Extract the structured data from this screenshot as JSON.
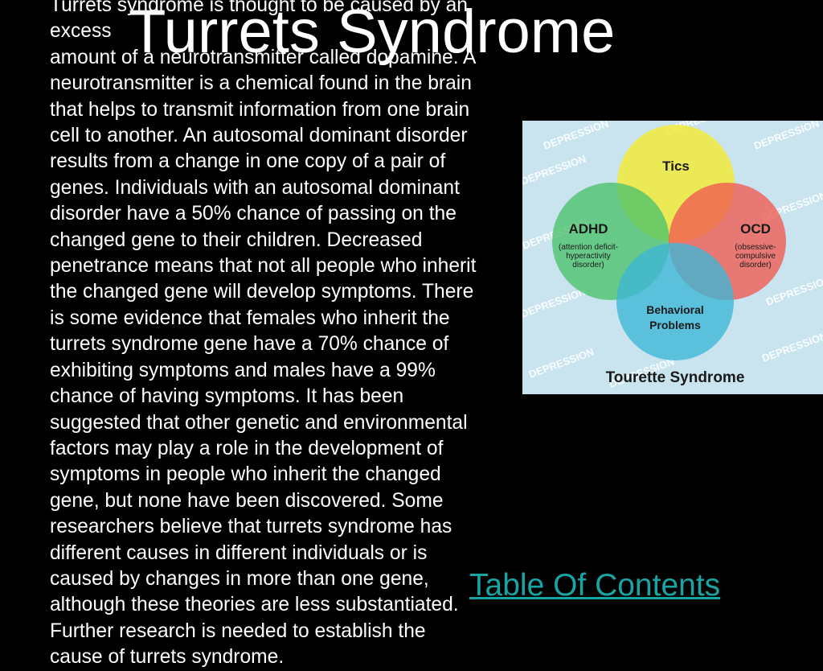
{
  "slide": {
    "title": "Turrets Syndrome",
    "body_lines": [
      "Turrets syndrome is thought to be caused by an excess",
      "amount of a neurotransmitter called dopamine. A",
      "neurotransmitter is a chemical found in the brain",
      "that helps to transmit information from one brain",
      "cell to another. An autosomal dominant disorder",
      "results from a change in one copy of a pair of",
      "genes. Individuals with an autosomal dominant",
      "disorder have a 50% chance of passing on the",
      "changed gene to their children. Decreased",
      "penetrance means that not all people who inherit",
      "the changed gene will develop symptoms. There",
      "is some evidence that females who inherit the",
      "turrets syndrome gene have a 70% chance of",
      "exhibiting symptoms and males have a 99%",
      "chance of having symptoms. It has been",
      "suggested that other genetic and environmental",
      "factors may play a role in the development of",
      "symptoms in people who inherit the changed",
      "gene, but none have been discovered. Some",
      "researchers believe that turrets syndrome has",
      "different causes in different individuals or is",
      "caused by changes in more than one gene,",
      "although these theories are less substantiated.",
      "Further research is needed to establish the",
      "cause of turrets syndrome."
    ],
    "link_label": "Table Of Contents"
  },
  "diagram": {
    "background_word": "DEPRESSION",
    "circles": {
      "tics": "Tics",
      "adhd": "ADHD",
      "adhd_sub_1": "(attention deficit-",
      "adhd_sub_2": "hyperactivity",
      "adhd_sub_3": "disorder)",
      "ocd": "OCD",
      "ocd_sub_1": "(obsessive-",
      "ocd_sub_2": "compulsive",
      "ocd_sub_3": "disorder)",
      "behavioral_1": "Behavioral",
      "behavioral_2": "Problems"
    },
    "caption": "Tourette Syndrome",
    "colors": {
      "background": "#c9e4ef",
      "tics": "#f2ea3c",
      "adhd": "#4cc26a",
      "ocd": "#ef5a4f",
      "behavioral": "#3cb6d6"
    }
  }
}
